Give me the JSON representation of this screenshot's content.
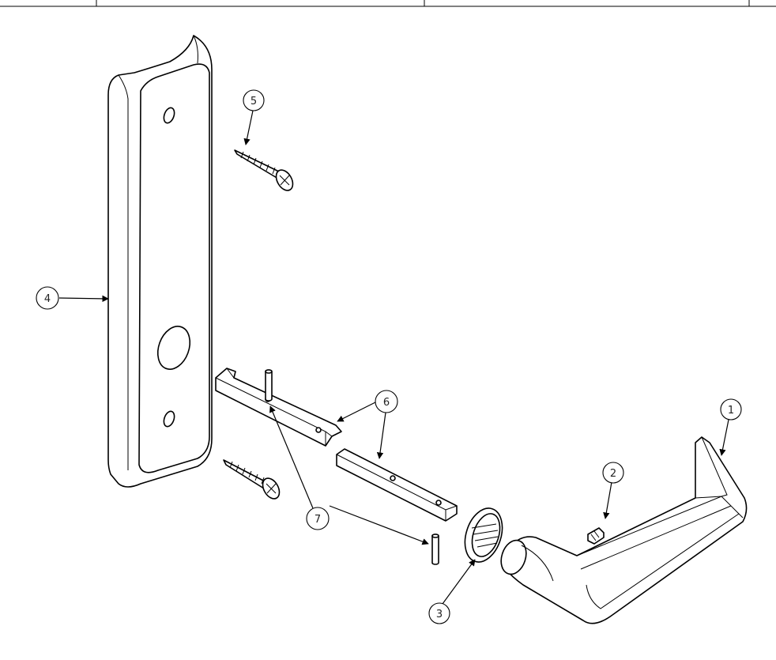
{
  "callouts": [
    {
      "id": "1",
      "part": "lever"
    },
    {
      "id": "2",
      "part": "set-screw"
    },
    {
      "id": "3",
      "part": "rose"
    },
    {
      "id": "4",
      "part": "escutcheon-plate"
    },
    {
      "id": "5",
      "part": "mounting-screw"
    },
    {
      "id": "6",
      "part": "spindle-bar"
    },
    {
      "id": "7",
      "part": "pin"
    }
  ],
  "style": {
    "line_color": "#000000",
    "background": "#ffffff"
  }
}
